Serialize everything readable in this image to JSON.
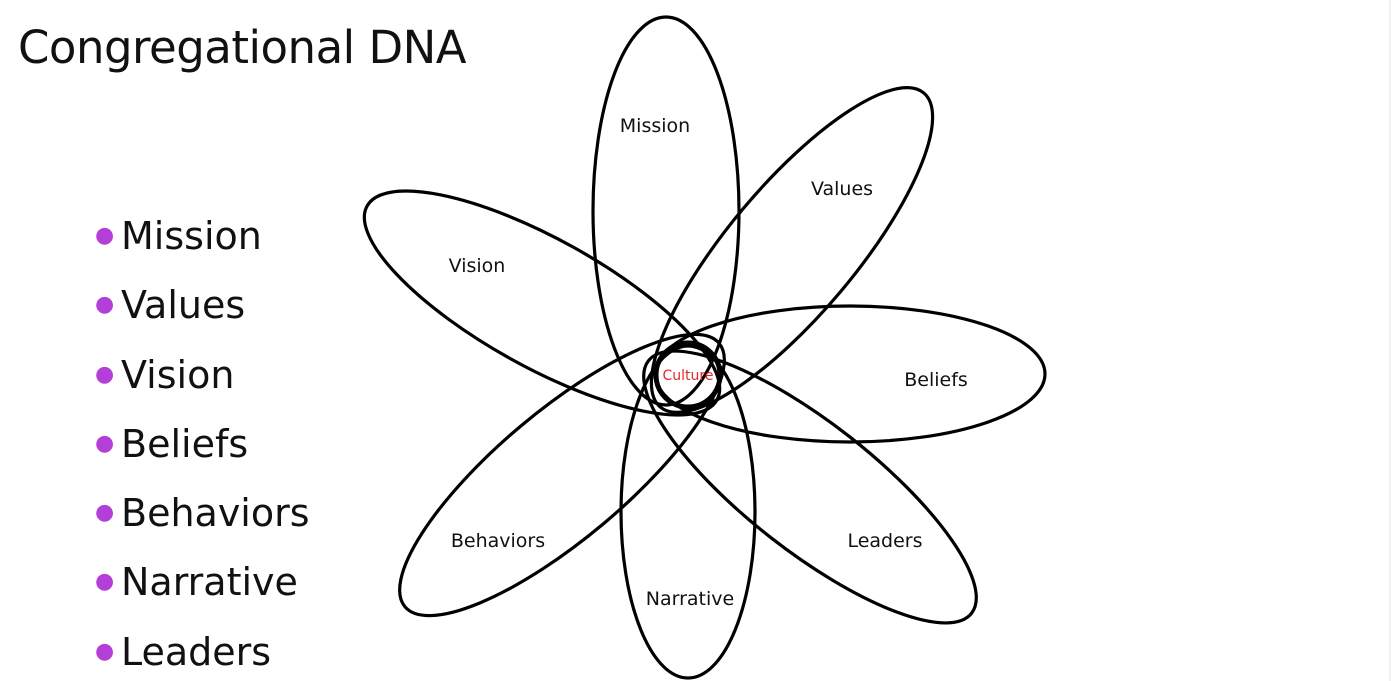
{
  "title": "Congregational DNA",
  "bullets": [
    "Mission",
    "Values",
    "Vision",
    "Beliefs",
    "Behaviors",
    "Narrative",
    "Leaders"
  ],
  "diagram": {
    "center_label": "Culture",
    "petals": [
      "Mission",
      "Values",
      "Vision",
      "Beliefs",
      "Behaviors",
      "Narrative",
      "Leaders"
    ]
  },
  "colors": {
    "bullet": "#b43fd8",
    "center_label": "#e0282c",
    "stroke": "#000000"
  }
}
